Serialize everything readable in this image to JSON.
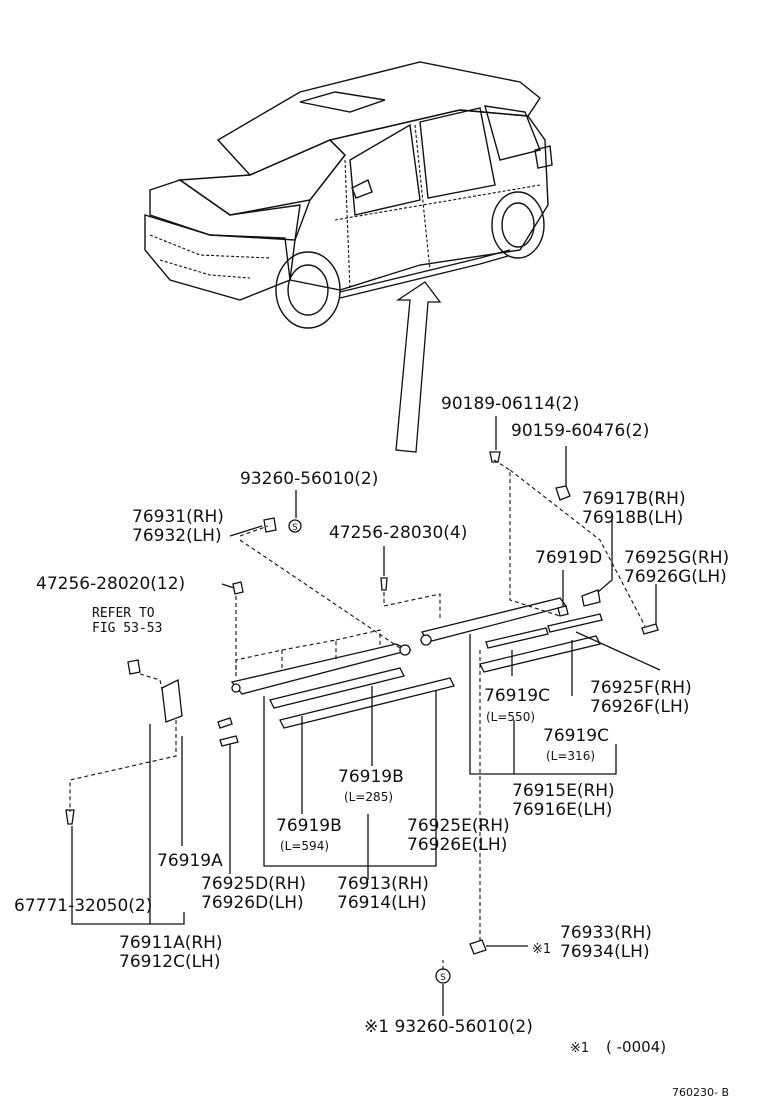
{
  "diagram_id": "760230- B",
  "refer": {
    "line1": "REFER TO",
    "line2": "FIG 53-53"
  },
  "footnote": {
    "mark": "※1",
    "range": "(      -0004)"
  },
  "labels": {
    "p90189": "90189-06114(2)",
    "p90159": "90159-60476(2)",
    "p93260_top": "93260-56010(2)",
    "p76931": "76931(RH)",
    "p76932": "76932(LH)",
    "p47256_28030": "47256-28030(4)",
    "p76917b": "76917B(RH)",
    "p76918b": "76918B(LH)",
    "p76919d": "76919D",
    "p76925g": "76925G(RH)",
    "p76926g": "76926G(LH)",
    "p47256_28020": "47256-28020(12)",
    "p76925f": "76925F(RH)",
    "p76926f": "76926F(LH)",
    "p76919c_550": "76919C",
    "l550": "(L=550)",
    "p76919c_316": "76919C",
    "l316": "(L=316)",
    "p76915e": "76915E(RH)",
    "p76916e": "76916E(LH)",
    "p76919b_285": "76919B",
    "l285": "(L=285)",
    "p76919b_594": "76919B",
    "l594": "(L=594)",
    "p76925e": "76925E(RH)",
    "p76926e": "76926E(LH)",
    "p76919a": "76919A",
    "p76925d": "76925D(RH)",
    "p76926d": "76926D(LH)",
    "p76913": "76913(RH)",
    "p76914": "76914(LH)",
    "p67771": "67771-32050(2)",
    "p76911a": "76911A(RH)",
    "p76912c": "76912C(LH)",
    "p76933": "76933(RH)",
    "p76934": "76934(LH)",
    "mark1": "※1",
    "p93260_bottom": "※1  93260-56010(2)"
  }
}
